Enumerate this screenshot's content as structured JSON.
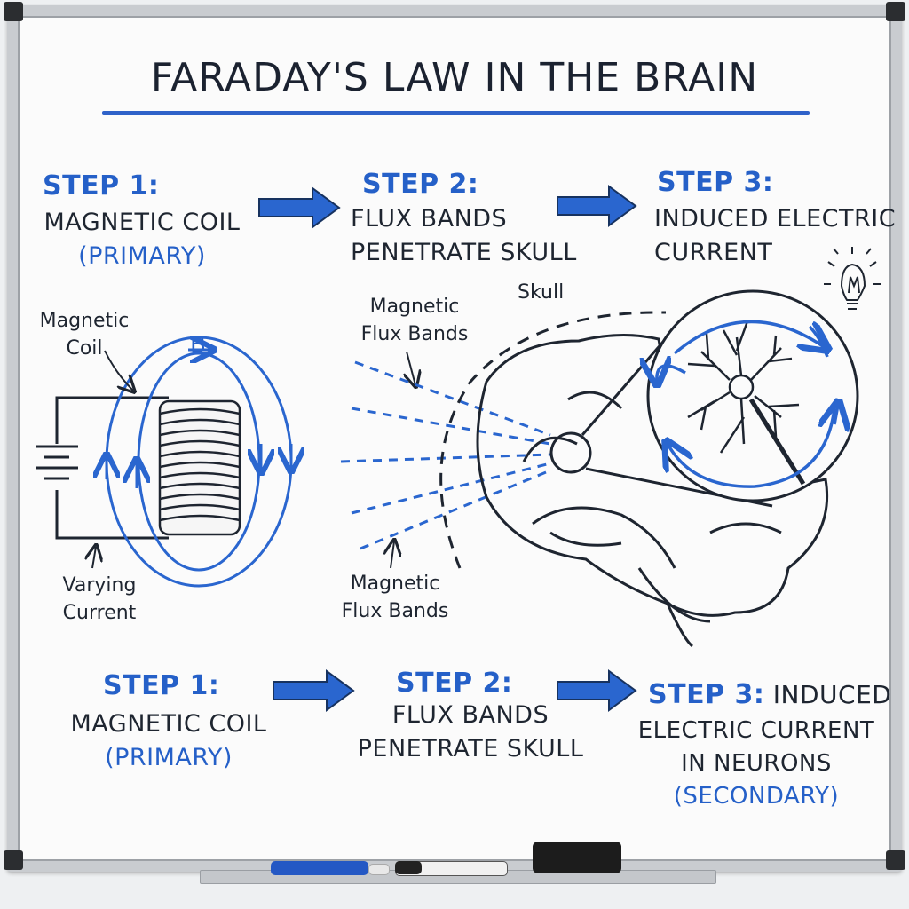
{
  "title": "Faraday's Law in the Brain",
  "top_steps": [
    {
      "step": "Step 1:",
      "line1": "Magnetic Coil",
      "line2": "(Primary)"
    },
    {
      "step": "Step 2:",
      "line1": "Flux Bands",
      "line2": "Penetrate Skull"
    },
    {
      "step": "Step 3:",
      "line1": "Induced Electric",
      "line2": "Current"
    }
  ],
  "diagram_labels": {
    "magnetic_coil_line1": "Magnetic",
    "magnetic_coil_line2": "Coil",
    "b_vector": "B",
    "varying_current_line1": "Varying",
    "varying_current_line2": "Current",
    "flux_top_line1": "Magnetic",
    "flux_top_line2": "Flux Bands",
    "skull": "Skull",
    "flux_bottom_line1": "Magnetic",
    "flux_bottom_line2": "Flux Bands"
  },
  "bottom_steps": [
    {
      "step": "Step 1:",
      "line1": "Magnetic Coil",
      "line2": "(Primary)"
    },
    {
      "step": "Step 2:",
      "line1": "Flux Bands",
      "line2": "Penetrate Skull"
    },
    {
      "step": "Step 3:",
      "step_suffix": "Induced",
      "line1": "Electric Current",
      "line2": "in Neurons",
      "line3": "(Secondary)"
    }
  ],
  "colors": {
    "ink": "#1e2530",
    "blue_marker": "#2560c8",
    "board_frame": "#c9ccd0"
  },
  "icons": [
    "right-arrow-icon",
    "lightbulb-icon",
    "battery-icon",
    "neuron-icon",
    "brain-icon",
    "coil-icon"
  ]
}
